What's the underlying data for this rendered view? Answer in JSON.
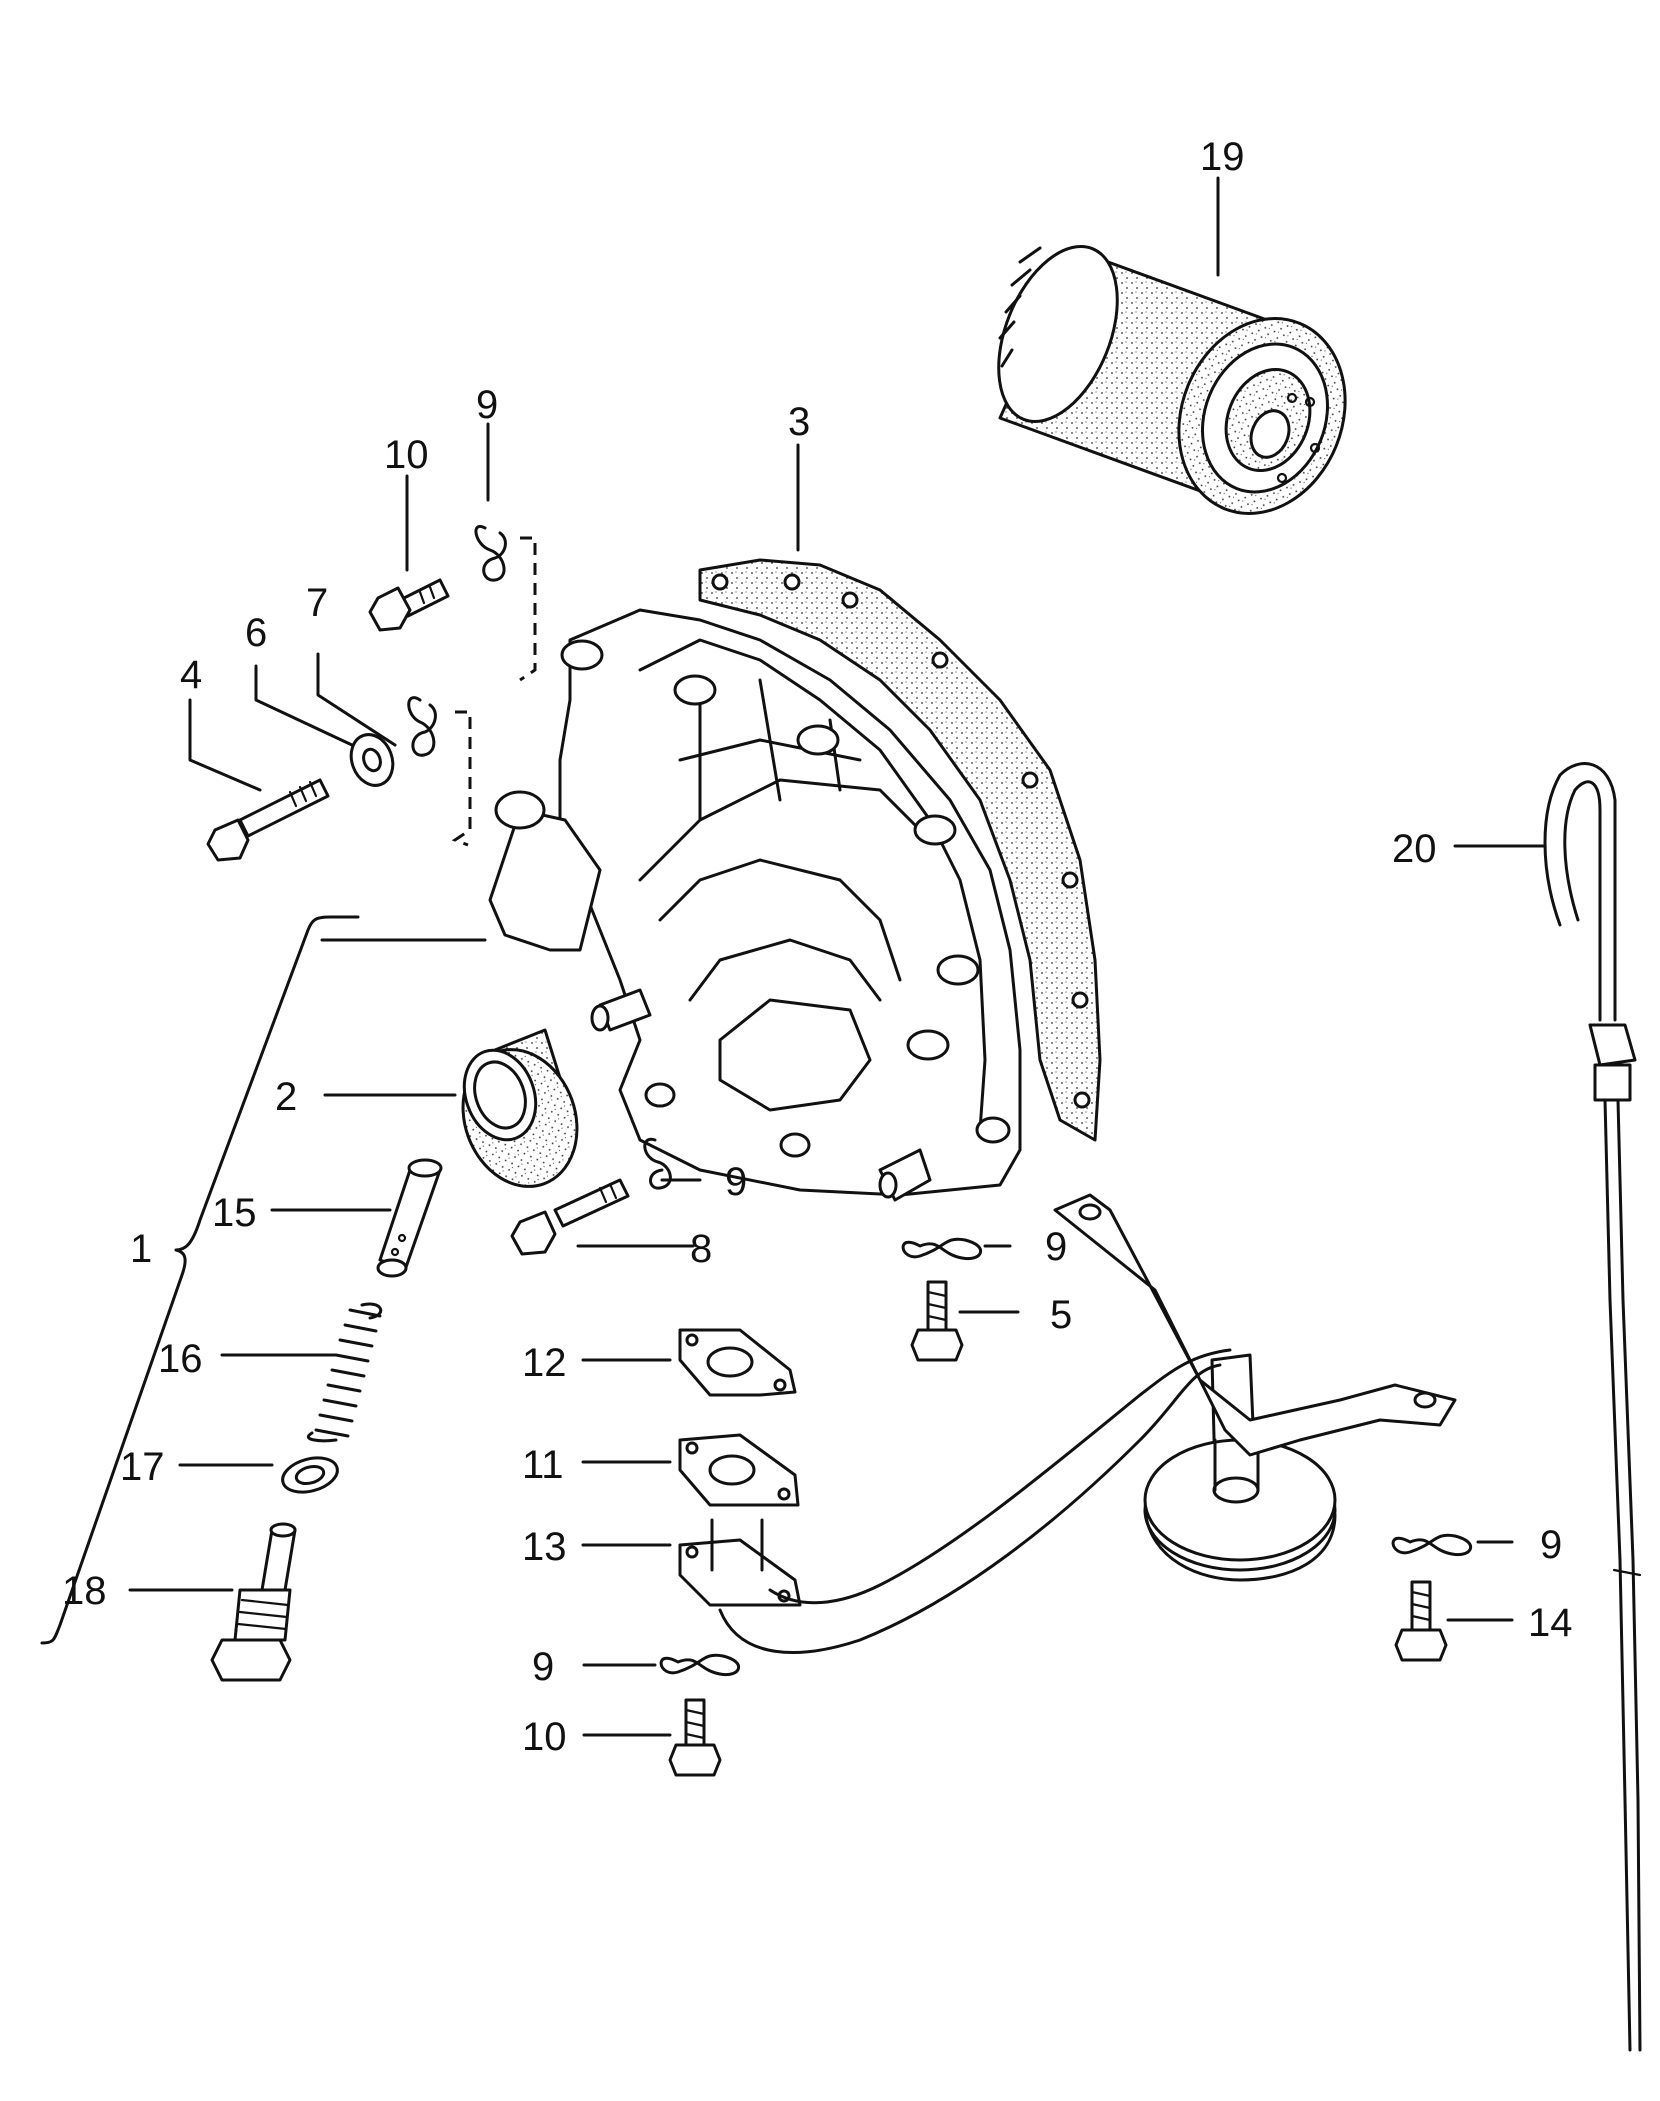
{
  "callouts": {
    "c1": "1",
    "c2": "2",
    "c3": "3",
    "c4": "4",
    "c5": "5",
    "c6": "6",
    "c7": "7",
    "c8": "8",
    "c9_top": "9",
    "c9_mid": "9",
    "c9_right": "9",
    "c9_far_right": "9",
    "c9_bottom": "9",
    "c10_top": "10",
    "c10_bottom": "10",
    "c11": "11",
    "c12": "12",
    "c13": "13",
    "c14": "14",
    "c15": "15",
    "c16": "16",
    "c17": "17",
    "c18": "18",
    "c19": "19",
    "c20": "20"
  }
}
